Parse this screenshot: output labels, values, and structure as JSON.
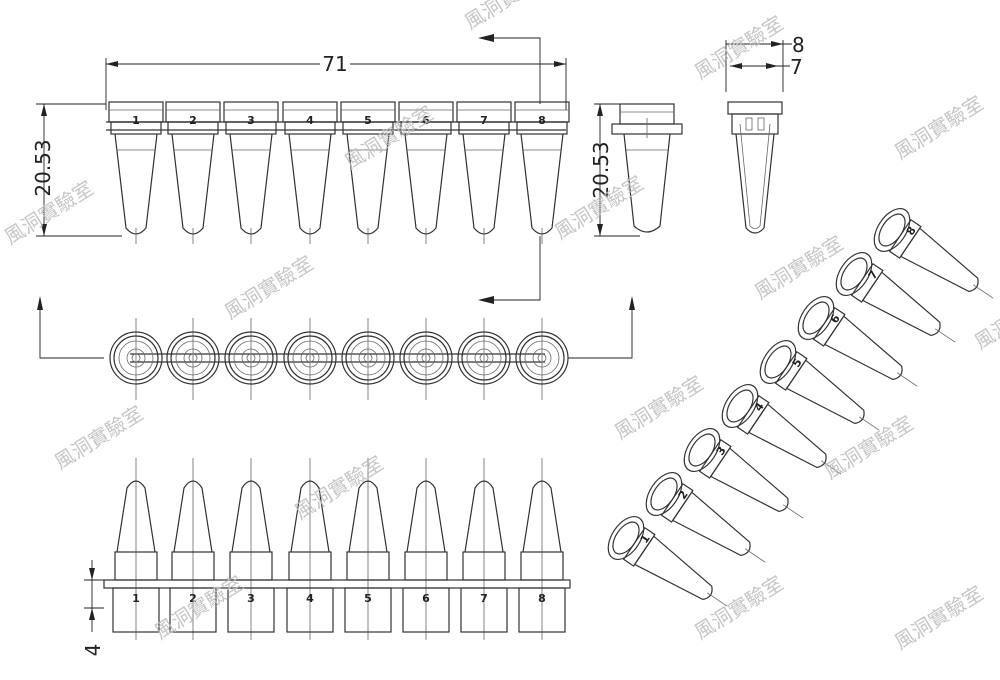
{
  "dimensions": {
    "width_71": "71",
    "height_20_53": "20.53",
    "side_height_20_53": "20.53",
    "top_8": "8",
    "top_7": "7",
    "cap_4": "4"
  },
  "tube_labels": [
    "1",
    "2",
    "3",
    "4",
    "5",
    "6",
    "7",
    "8"
  ],
  "watermark": "風洞實驗室",
  "colors": {
    "line": "#333333",
    "watermark": "#bdbdbd"
  }
}
